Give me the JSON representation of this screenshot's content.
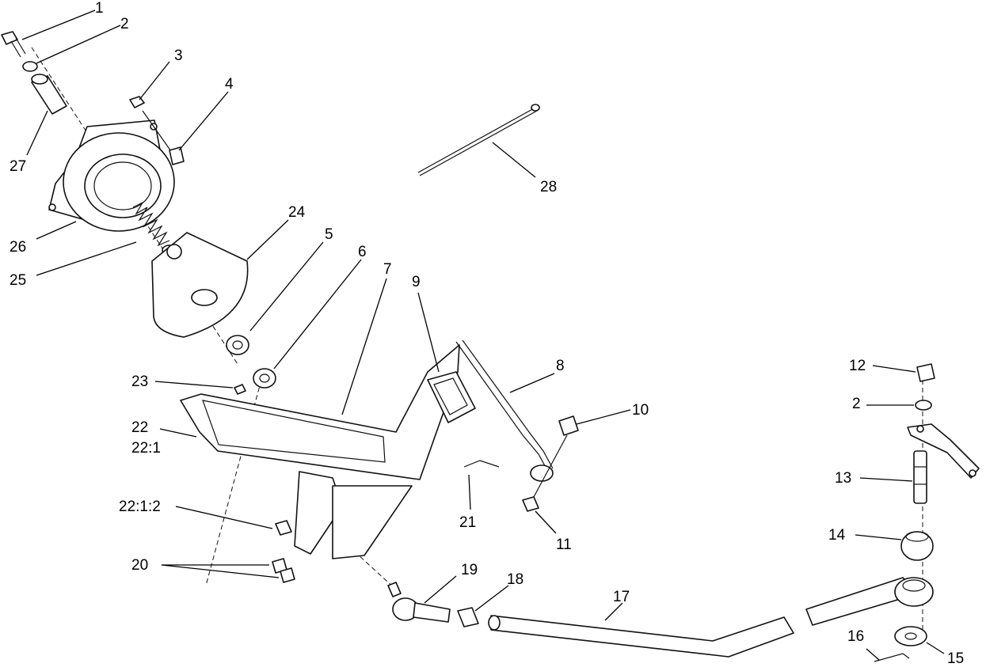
{
  "callouts": {
    "c1": "1",
    "c2": "2",
    "c3": "3",
    "c4": "4",
    "c5": "5",
    "c6": "6",
    "c7": "7",
    "c8": "8",
    "c9": "9",
    "c10": "10",
    "c11": "11",
    "c12": "12",
    "c2b": "2",
    "c13": "13",
    "c14": "14",
    "c15": "15",
    "c16": "16",
    "c17": "17",
    "c18": "18",
    "c19": "19",
    "c20": "20",
    "c21": "21",
    "c22": "22",
    "c22_1": "22:1",
    "c22_1_2": "22:1:2",
    "c23": "23",
    "c24": "24",
    "c25": "25",
    "c26": "26",
    "c27": "27",
    "c28": "28"
  }
}
